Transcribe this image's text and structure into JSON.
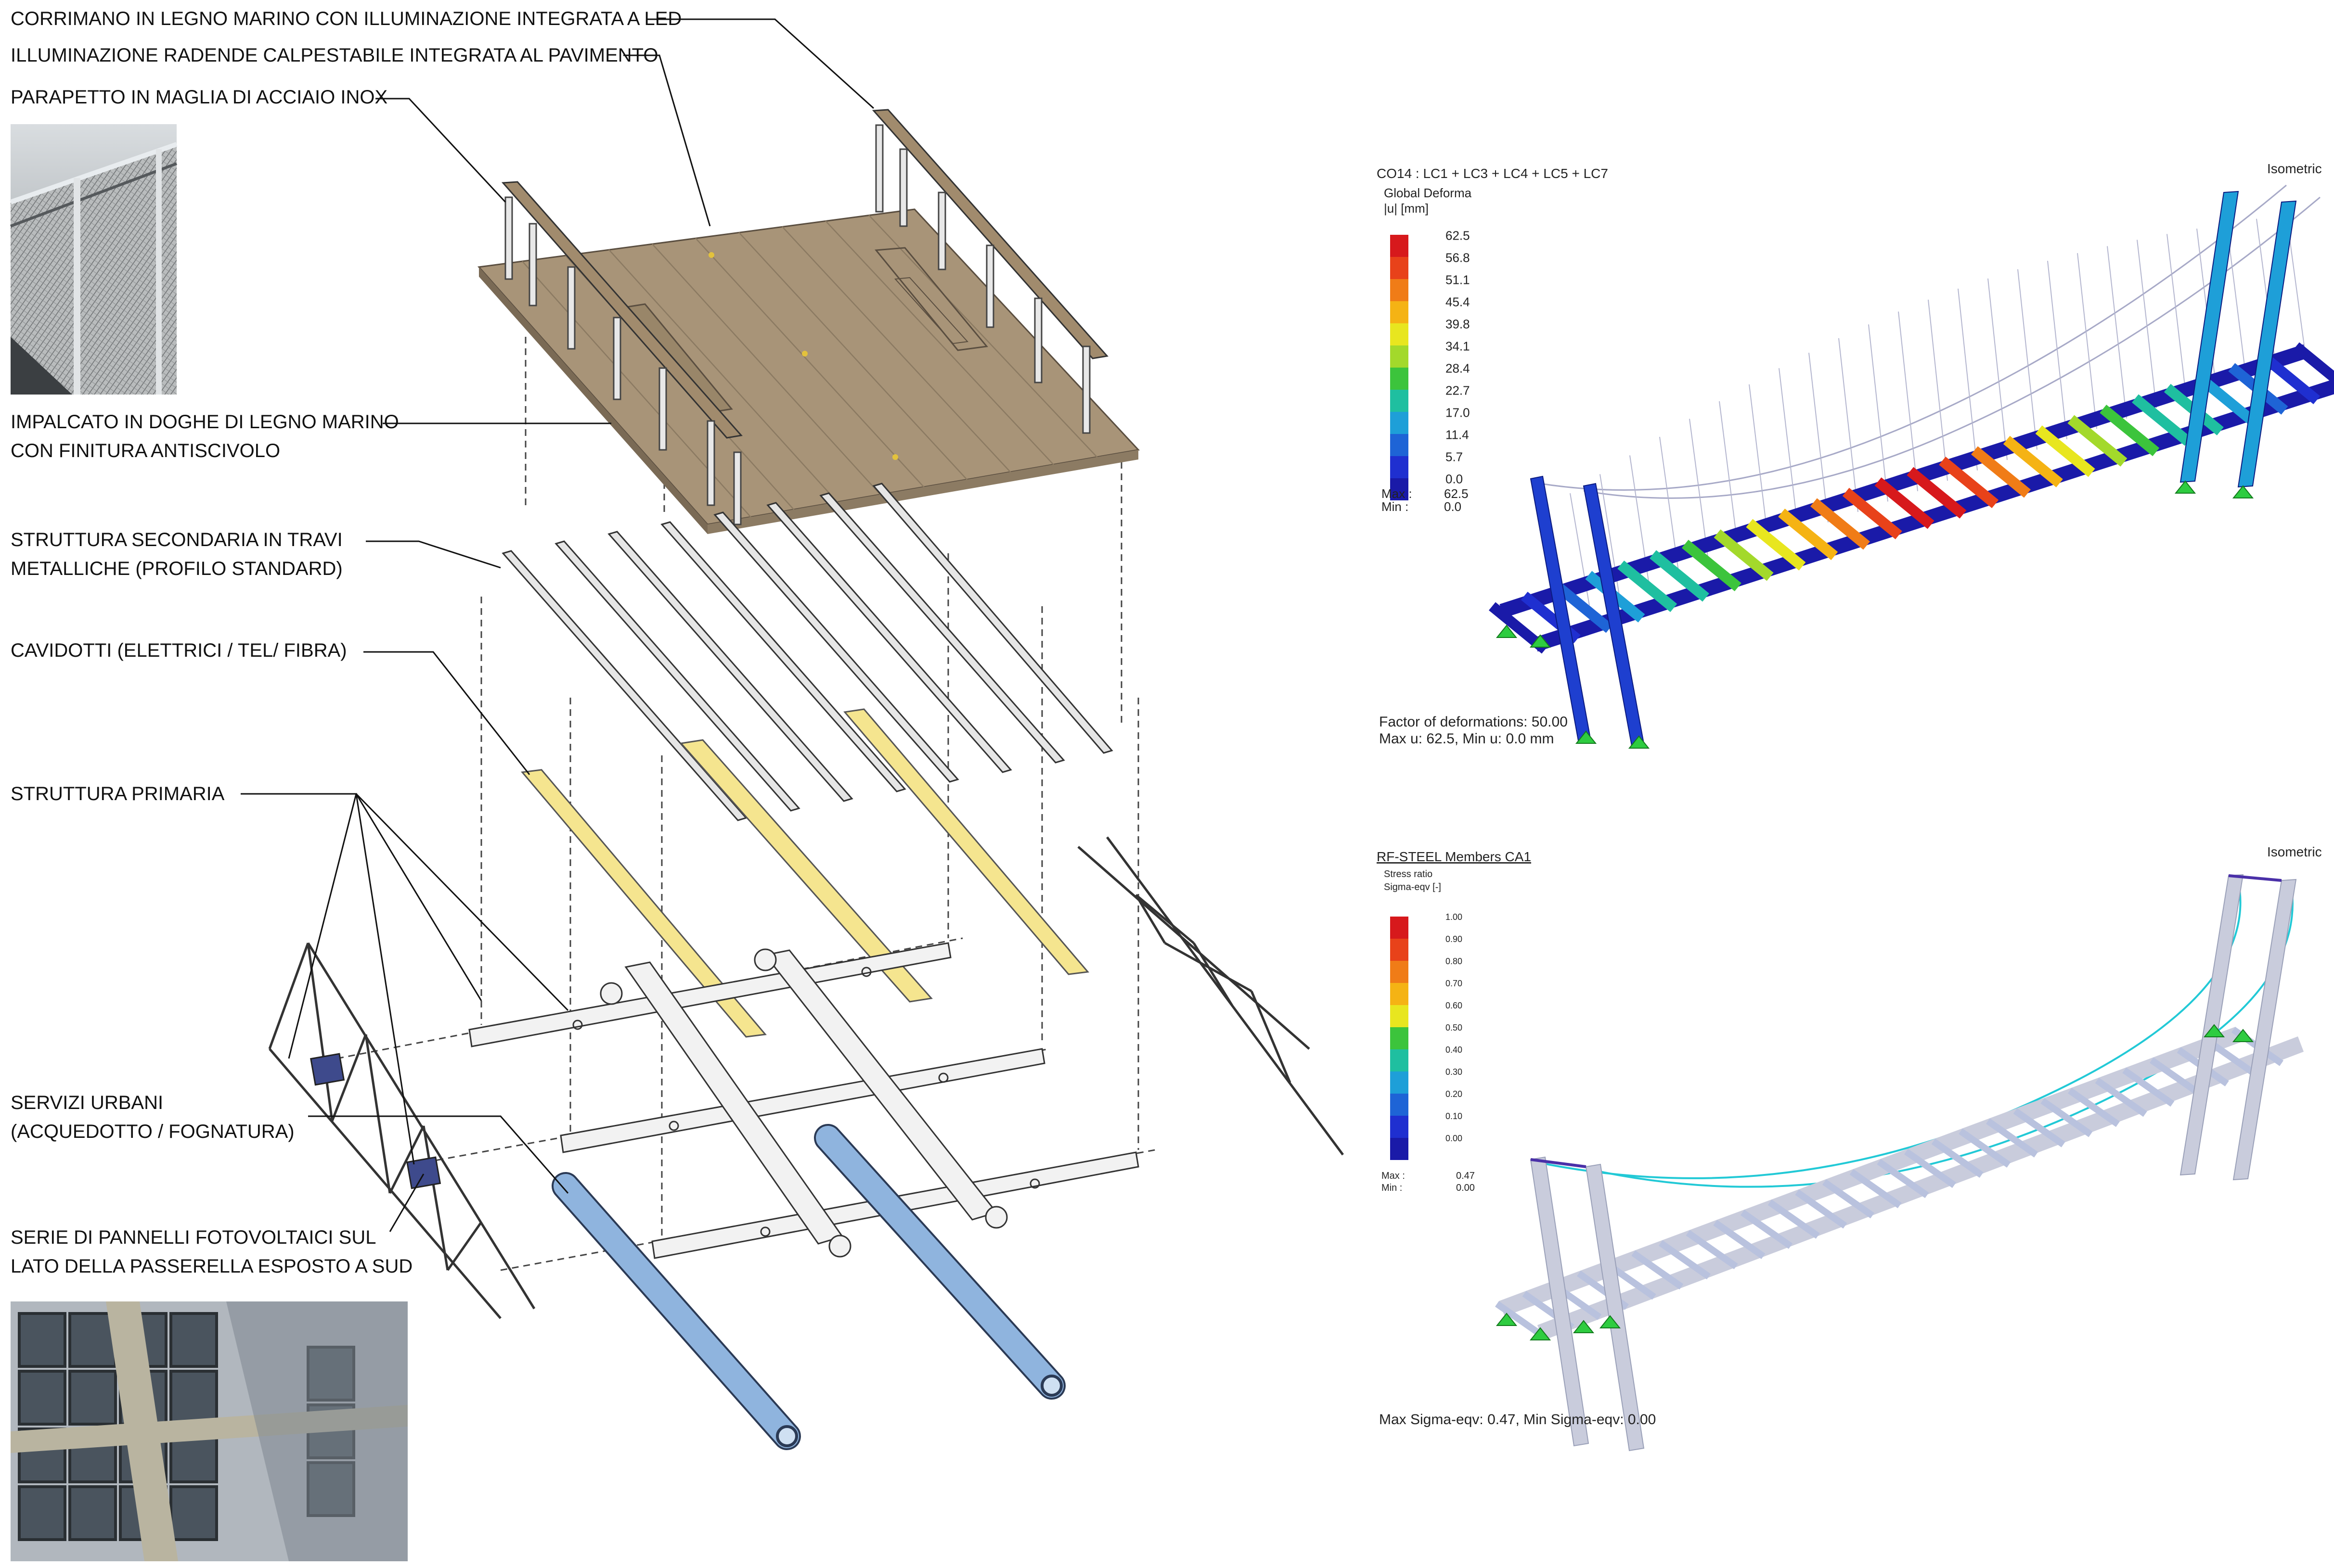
{
  "labels": {
    "handrail": "CORRIMANO IN LEGNO MARINO CON ILLUMINAZIONE INTEGRATA A LED",
    "lighting": "ILLUMINAZIONE RADENDE CALPESTABILE INTEGRATA  AL PAVIMENTO",
    "parapet": "PARAPETTO IN MAGLIA DI ACCIAIO INOX",
    "deck_1": "IMPALCATO IN DOGHE DI LEGNO MARINO",
    "deck_2": "CON FINITURA ANTISCIVOLO",
    "secondary_1": "STRUTTURA SECONDARIA IN TRAVI",
    "secondary_2": "METALLICHE (PROFILO STANDARD)",
    "ducts": "CAVIDOTTI (ELETTRICI / TEL/ FIBRA)",
    "primary": "STRUTTURA PRIMARIA",
    "utilities_1": "SERVIZI URBANI",
    "utilities_2": "(ACQUEDOTTO / FOGNATURA)",
    "pv_1": "SERIE DI PANNELLI FOTOVOLTAICI SUL",
    "pv_2": "LATO DELLA PASSERELLA ESPOSTO A SUD"
  },
  "fem_top": {
    "title": "CO14 : LC1 + LC3 + LC4 + LC5 + LC7",
    "view": "Isometric",
    "legend_title": "Global Deforma",
    "legend_unit": "|u| [mm]",
    "legend_values": [
      "62.5",
      "56.8",
      "51.1",
      "45.4",
      "39.8",
      "34.1",
      "28.4",
      "22.7",
      "17.0",
      "11.4",
      "5.7",
      "0.0"
    ],
    "max_label": "Max :",
    "max_value": "62.5",
    "min_label": "Min :",
    "min_value": "0.0",
    "footer_1": "Factor of deformations: 50.00",
    "footer_2": "Max u: 62.5, Min u: 0.0 mm"
  },
  "fem_bottom": {
    "title": "RF-STEEL Members CA1",
    "view": "Isometric",
    "legend_title": "Stress ratio",
    "legend_unit": "Sigma-eqv [-]",
    "legend_values": [
      "1.00",
      "0.90",
      "0.80",
      "0.70",
      "0.60",
      "0.50",
      "0.40",
      "0.30",
      "0.20",
      "0.10",
      "0.00"
    ],
    "max_label": "Max :",
    "max_value": "0.47",
    "min_label": "Min :",
    "min_value": "0.00",
    "footer": "Max Sigma-eqv: 0.47, Min Sigma-eqv: 0.00"
  },
  "colors": {
    "deck": "#a89478",
    "duct": "#f5e58f",
    "pipe": "#8fb4de",
    "scale": [
      "#d7191c",
      "#e8421a",
      "#f07c17",
      "#f5b314",
      "#e8e61f",
      "#a3d92b",
      "#3cc43c",
      "#1fbfa0",
      "#1e9fd8",
      "#1e64d6",
      "#1f2fd0",
      "#1a1aa8"
    ]
  }
}
